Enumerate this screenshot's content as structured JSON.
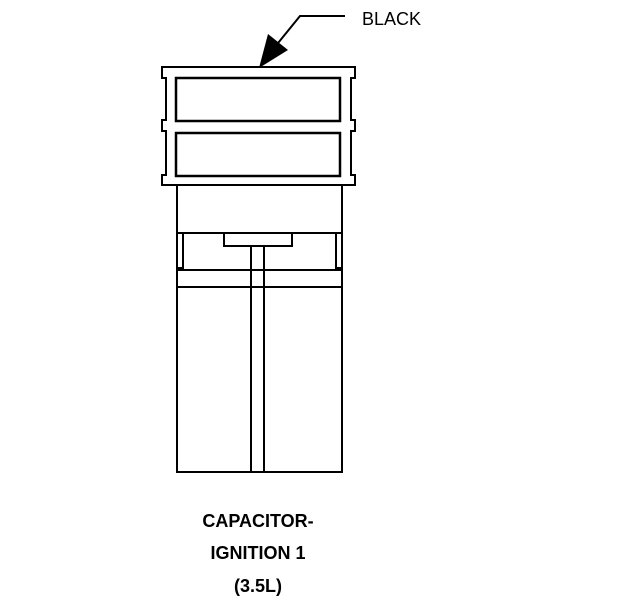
{
  "diagram": {
    "callout_label": "BLACK",
    "caption_lines": [
      "CAPACITOR-",
      "IGNITION 1",
      "(3.5L)"
    ],
    "line_color": "#000000",
    "background_color": "#ffffff"
  }
}
